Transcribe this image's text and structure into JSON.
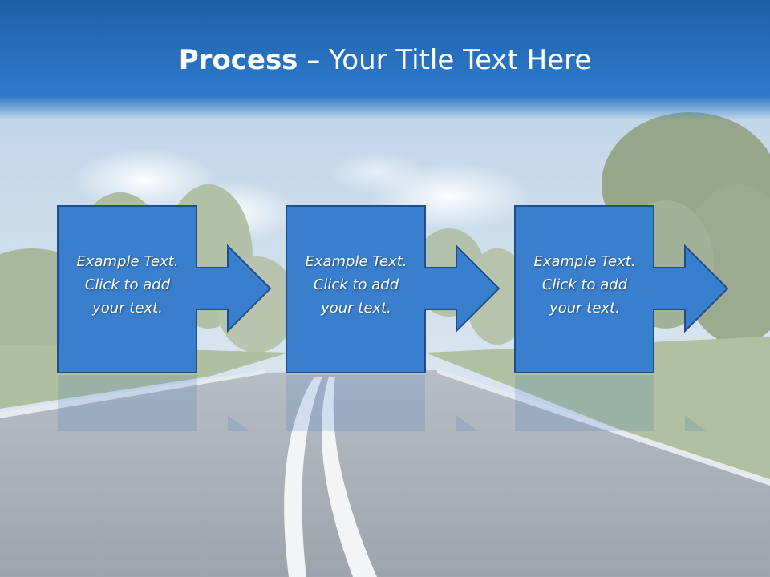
{
  "slide": {
    "title_bold": "Process",
    "title_rest": " – Your Title Text Here"
  },
  "steps": [
    {
      "line1": "Example Text.",
      "line2": "Click  to add",
      "line3": "your text."
    },
    {
      "line1": "Example Text.",
      "line2": "Click  to add",
      "line3": "your text."
    },
    {
      "line1": "Example Text.",
      "line2": "Click  to add",
      "line3": "your text."
    }
  ],
  "colors": {
    "header": "#2a75c4",
    "box_fill": "#3a7fcd",
    "box_border": "#1e4f8c",
    "text": "#ffffff"
  }
}
